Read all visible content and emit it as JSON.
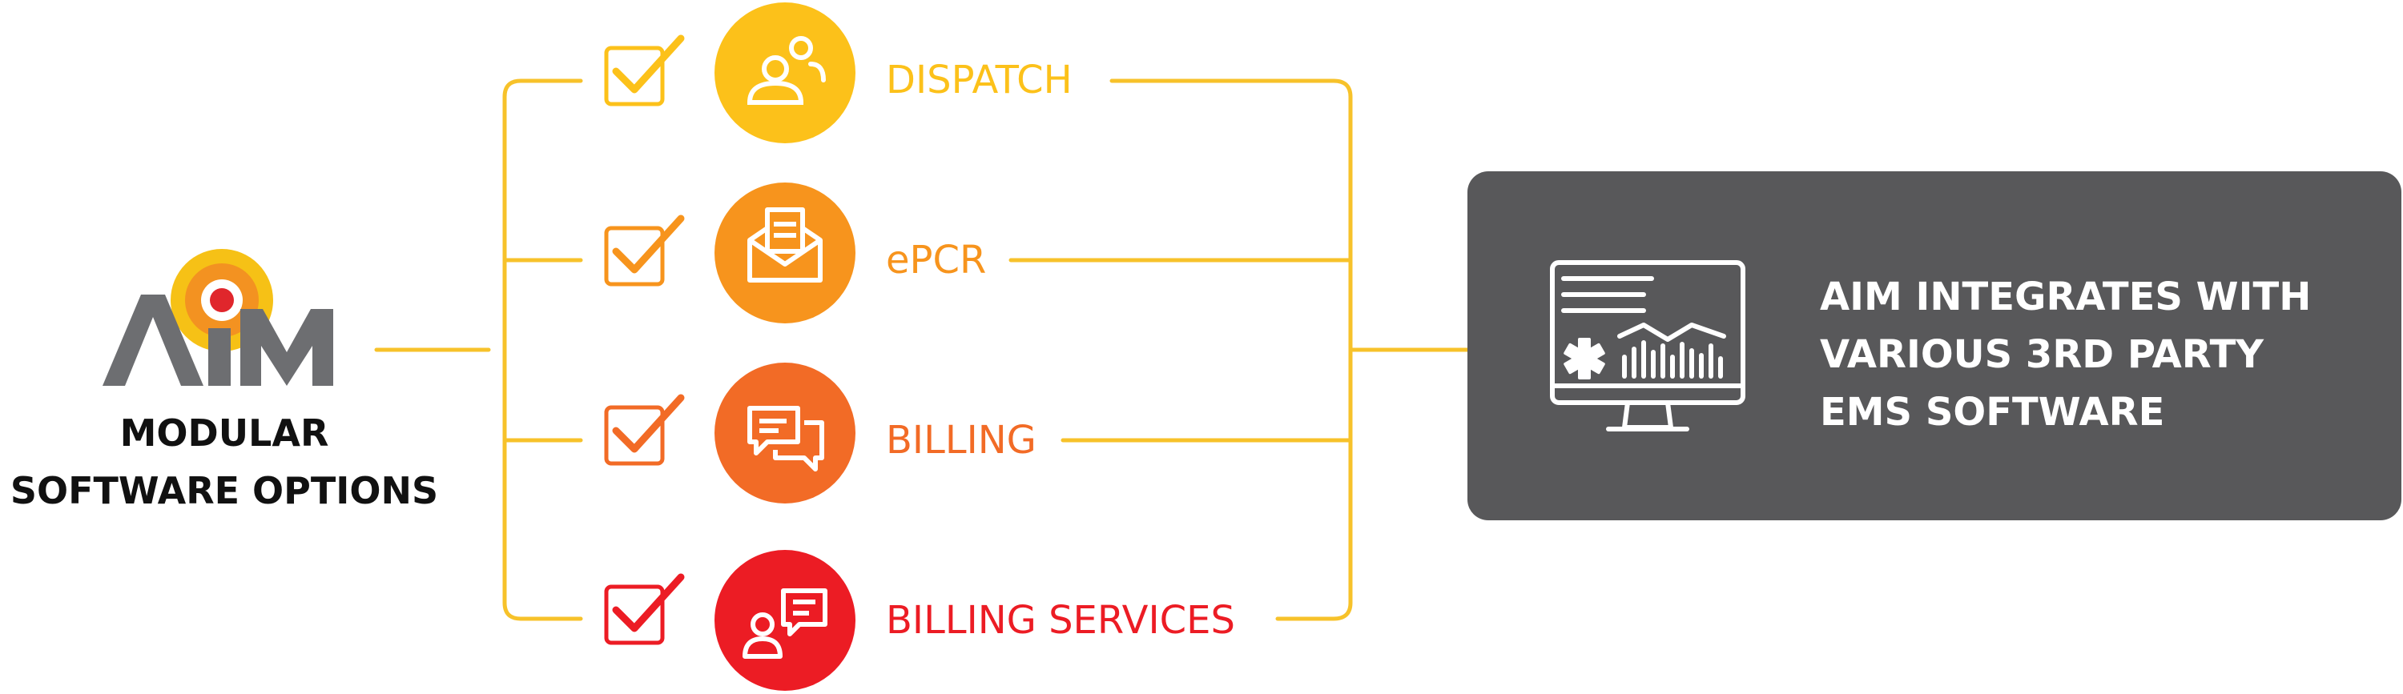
{
  "logo": {
    "text": "AIM",
    "caption_line1": "MODULAR",
    "caption_line2": "SOFTWARE OPTIONS",
    "colors": {
      "letters": "#6d6e71",
      "ring_outer": "#f6c116",
      "ring_mid": "#f39221",
      "ring_inner": "#e0262c"
    }
  },
  "connector_color": "#f7c22a",
  "modules": [
    {
      "id": "dispatch",
      "label": "DISPATCH",
      "icon": "users-icon",
      "color": "#fcc11a",
      "checked": true
    },
    {
      "id": "epcr",
      "label": "ePCR",
      "icon": "document-envelope-icon",
      "color": "#f7941d",
      "checked": true
    },
    {
      "id": "billing",
      "label": "BILLING",
      "icon": "chat-bubbles-icon",
      "color": "#f26b26",
      "checked": true
    },
    {
      "id": "billing-services",
      "label": "BILLING SERVICES",
      "icon": "person-message-icon",
      "color": "#ec1c24",
      "checked": true
    }
  ],
  "integration_panel": {
    "line1": "AIM INTEGRATES WITH",
    "line2": "VARIOUS 3RD PARTY",
    "line3": "EMS SOFTWARE",
    "icon": "monitor-chart-medical-icon",
    "background": "#58585a"
  }
}
